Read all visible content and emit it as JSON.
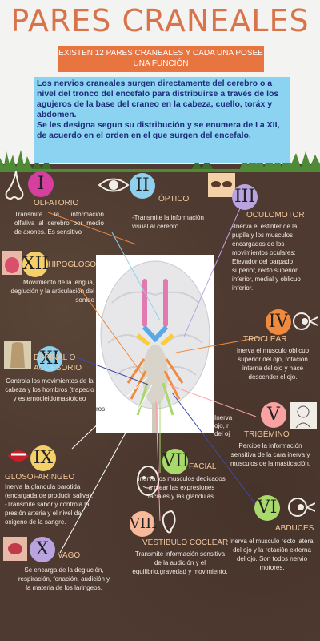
{
  "header": {
    "title": "PARES CRANEALES",
    "banner": "EXISTEN 12 PARES CRANEALES Y CADA UNA POSEE UNA FUNCIÓN"
  },
  "intro": {
    "p1": "Los nervios craneales surgen directamente del cerebro o a nivel del tronco del encefalo para distribuirse a través de los agujeros de la base del craneo en la cabeza, cuello, toráx y abdomen.",
    "p2": "Se les designa segun su distribución y se enumera de I a XII, de acuerdo en el orden en el que surgen del encefalo."
  },
  "nerves": [
    {
      "num": "I",
      "name": "OLFATORIO",
      "desc": "Transmite la información olfativa al cerebro por medio de axones. Es sensitivo",
      "color": "#d63fa0"
    },
    {
      "num": "II",
      "name": "ÓPTICO",
      "desc": "-Transmite la información visual al cerebro.",
      "color": "#8fd0ee"
    },
    {
      "num": "III",
      "name": "OCULOMOTOR",
      "desc": "-Inerva el esfinter de la pupila y los musculos encargados de los movimientos oculares: Elevador del parpado superior, recto superior, inferior, medial y oblicuo inferior.",
      "color": "#b9a4e0"
    },
    {
      "num": "XII",
      "name": "HIPOGLOSO",
      "desc": "Movimiento de la lengua, deglución y la articulación del sonido",
      "color": "#f5d06a"
    },
    {
      "num": "XI",
      "name": "ESPINAL O ACCESORIO",
      "desc": "Controla los movimientos de la cabeza y los hombros (trapecio y esternocleidomastoideo",
      "color": "#8fd0ee"
    },
    {
      "num": "IV",
      "name": "TROCLEAR",
      "desc": "Inerva el musculo oblicuo superior del ojo, rotación interna del ojo y hace descender el ojo.",
      "color": "#f08a3e"
    },
    {
      "num": "V",
      "name": "TRIGÉMINO",
      "desc": "Percibe la información sensitiva de la cara inerva y musculos de la masticación.",
      "color": "#f8a2a2"
    },
    {
      "num": "IX",
      "name": "GLOSOFARINGEO",
      "desc": "Inerva la glandula parotida (encargada de producir saliva). -Transmite sabor y controla la presión arteria y el nivel de oxigeno de la sangre.",
      "color": "#f5d06a"
    },
    {
      "num": "VII",
      "name": "FACIAL",
      "desc": "Inerva los musculos dedicados a crear las expresiones faciales  y las glandulas.",
      "color": "#a8d96a"
    },
    {
      "num": "VI",
      "name": "ABDUCES",
      "desc": "Inerva el musculo recto lateral del ojo y la rotación externa del ojo. Son todos nervio motores,",
      "color": "#a8d96a"
    },
    {
      "num": "VIII",
      "name": "VESTIBULO COCLEAR",
      "desc": "Transmite información sensitiva de la audición y el equilibrio,gravedad y movimiento.",
      "color": "#f7b99a"
    },
    {
      "num": "X",
      "name": "VAGO",
      "desc": "Se encarga de la deglución, respiración, fonación, audición y la materia de los laringeos.",
      "color": "#b9a4e0"
    }
  ],
  "brain_labels": {
    "a": "ros",
    "b": "Inerva",
    "c": "ojo, r",
    "d": "del oj"
  }
}
